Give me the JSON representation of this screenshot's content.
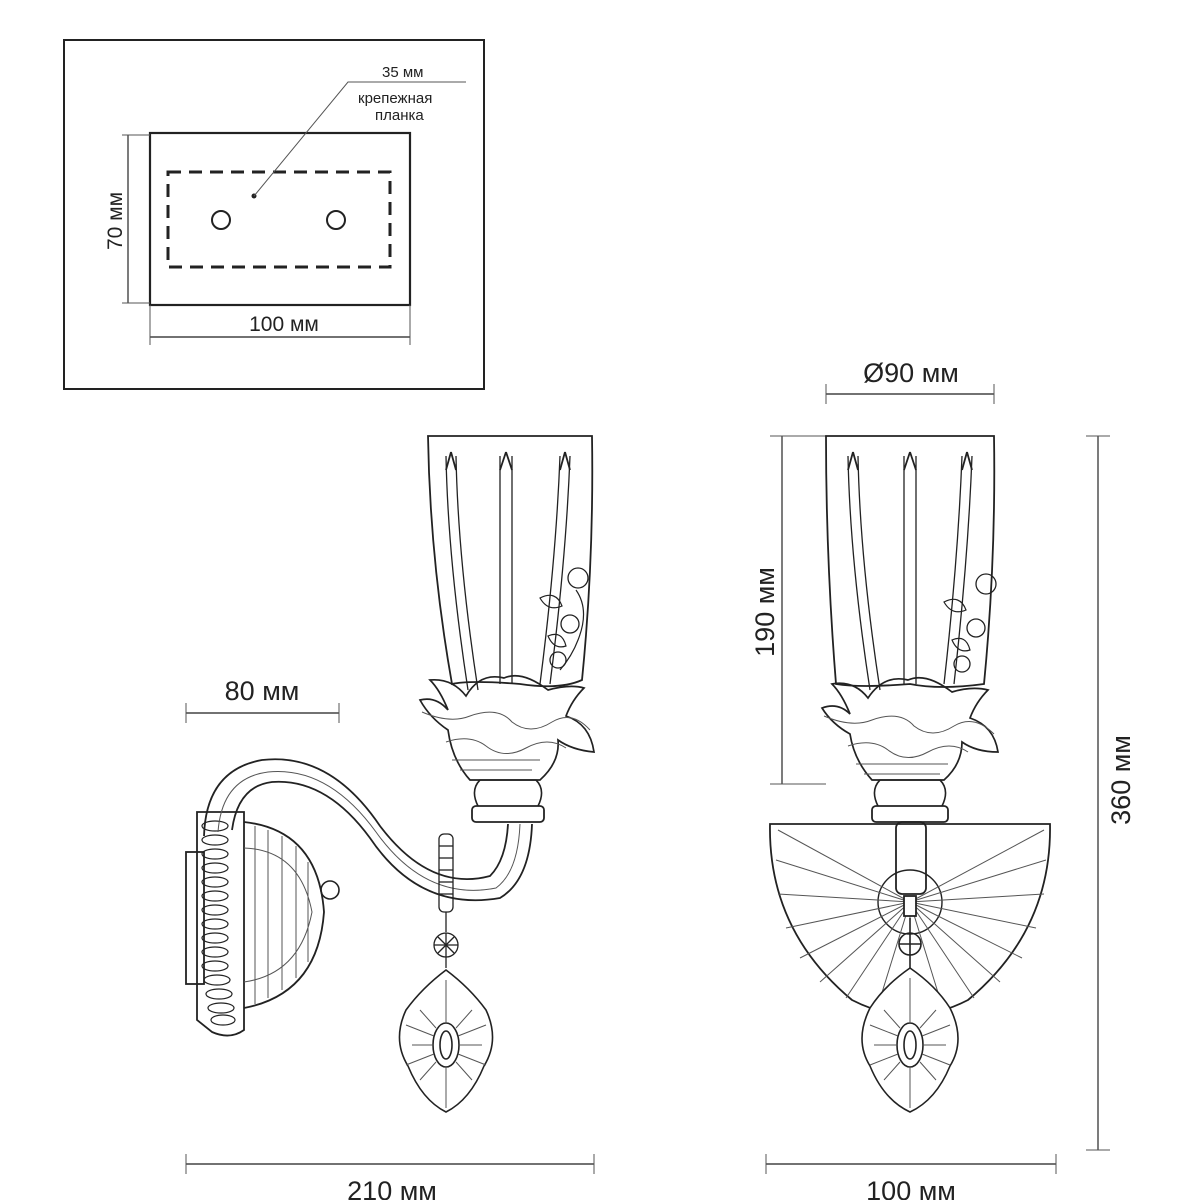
{
  "mounting_plate": {
    "bracket_size": "35 мм",
    "bracket_label_line1": "крепежная",
    "bracket_label_line2": "планка",
    "height": "70 мм",
    "width": "100 мм"
  },
  "side_view": {
    "depth_to_arm": "80 мм",
    "total_depth": "210 мм"
  },
  "front_view": {
    "shade_diameter": "Ø90 мм",
    "shade_height": "190 мм",
    "total_height": "360 мм",
    "base_width": "100 мм"
  }
}
